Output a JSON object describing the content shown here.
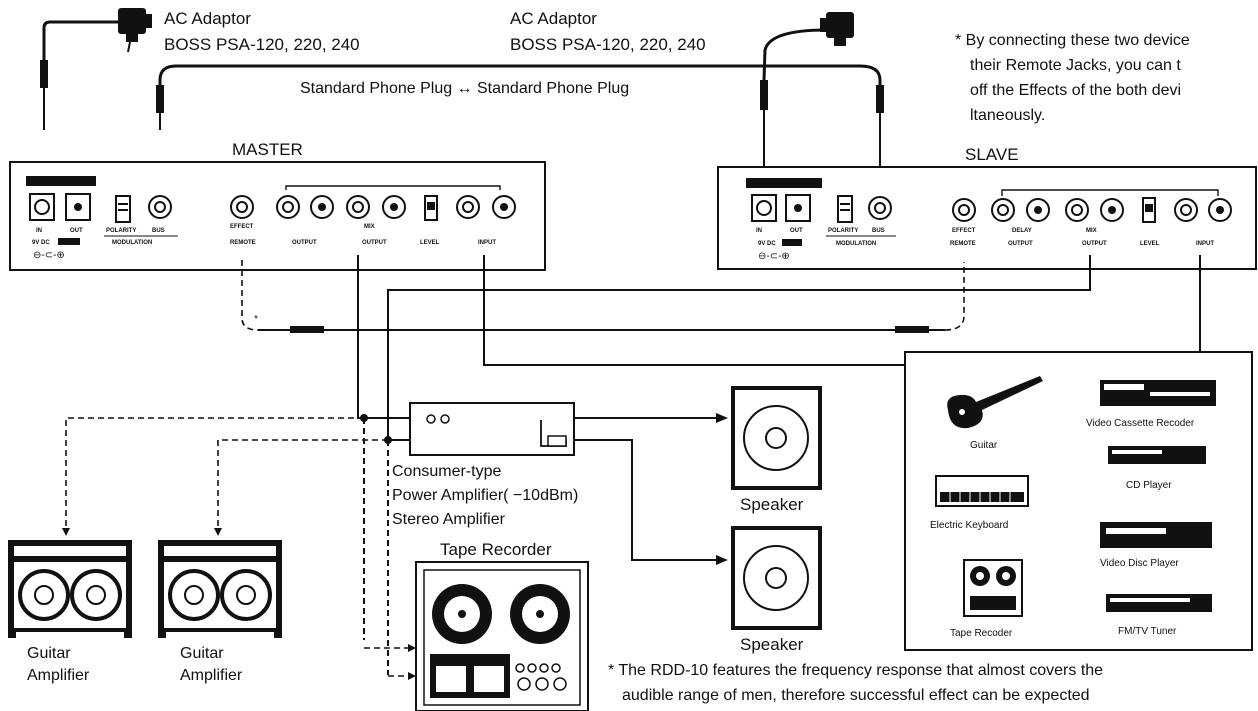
{
  "adaptors": {
    "left": {
      "line1": "AC Adaptor",
      "line2": "BOSS PSA-120, 220, 240"
    },
    "right": {
      "line1": "AC Adaptor",
      "line2": "BOSS PSA-120, 220, 240"
    }
  },
  "cable_label": "Standard Phone Plug ↔ Standard Phone Plug",
  "note_top": [
    "* By connecting these two device",
    "their Remote Jacks, you can t",
    "off the Effects of the both devi",
    "ltaneously."
  ],
  "devices": {
    "master": {
      "title": "MASTER",
      "jacks": {
        "in": "IN",
        "out": "OUT",
        "polarity": "POLARITY",
        "bus": "BUS",
        "effect": "EFFECT",
        "remote": "REMOTE",
        "delay_output": "OUTPUT",
        "mix": "MIX",
        "mix_output": "OUTPUT",
        "level": "LEVEL",
        "input": "INPUT"
      },
      "sections": {
        "dc": "9V DC",
        "modulation": "MODULATION"
      }
    },
    "slave": {
      "title": "SLAVE",
      "jacks": {
        "in": "IN",
        "out": "OUT",
        "polarity": "POLARITY",
        "bus": "BUS",
        "effect": "EFFECT",
        "remote": "REMOTE",
        "delay": "DELAY",
        "delay_output": "OUTPUT",
        "mix": "MIX",
        "mix_output": "OUTPUT",
        "level": "LEVEL",
        "input": "INPUT"
      },
      "sections": {
        "dc": "9V DC",
        "modulation": "MODULATION"
      }
    }
  },
  "power_amp": {
    "line1": "Consumer-type",
    "line2": "Power Amplifier( −10dBm)",
    "line3": "Stereo Amplifier"
  },
  "speakers": [
    "Speaker",
    "Speaker"
  ],
  "tape_recorder": "Tape Recorder",
  "guitar_amps": [
    {
      "line1": "Guitar",
      "line2": "Amplifier"
    },
    {
      "line1": "Guitar",
      "line2": "Amplifier"
    }
  ],
  "sources": {
    "guitar": "Guitar",
    "vcr": "Video Cassette Recoder",
    "keyboard": "Electric Keyboard",
    "cd": "CD Player",
    "vdp": "Video Disc Player",
    "tape": "Tape Recoder",
    "tuner": "FM/TV Tuner"
  },
  "note_bottom": [
    "* The RDD-10 features the frequency response that almost covers the",
    "audible range of men, therefore  successful effect can be expected"
  ]
}
